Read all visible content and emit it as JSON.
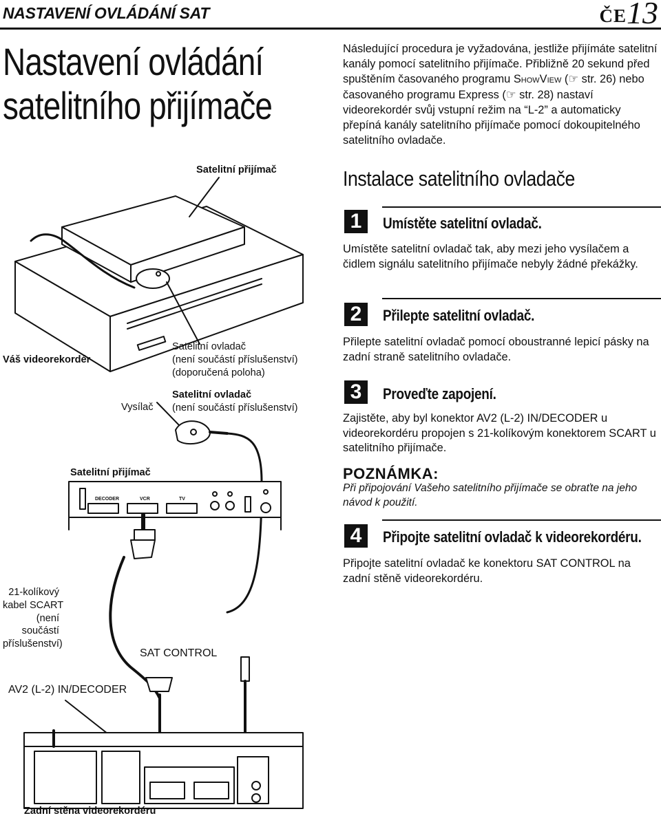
{
  "header": {
    "section_title": "NASTAVENÍ OVLÁDÁNÍ SAT",
    "language_code": "ČE",
    "page_number": "13"
  },
  "title": {
    "line1": "Nastavení ovládání",
    "line2": "satelitního přijímače"
  },
  "intro": {
    "part1": "Následující procedura je vyžadována, jestliže přijímáte satelitní kanály pomocí satelitního přijímače. Přibližně 20 sekund před spuštěním časovaného programu ",
    "brand": "ShowView",
    "part2": " (☞ str. 26) nebo časovaného programu Express (☞ str. 28) nastaví videorekordér svůj vstupní režim na “L-2” a automaticky přepíná kanály satelitního přijímače pomocí dokoupitelného satelitního ovladače."
  },
  "section_heading": "Instalace satelitního ovladače",
  "steps": [
    {
      "number": "1",
      "title": "Umístěte satelitní ovladač.",
      "body": "Umístěte satelitní ovladač tak, aby mezi jeho vysílačem a čidlem signálu satelitního přijímače nebyly žádné překážky."
    },
    {
      "number": "2",
      "title": "Přilepte satelitní ovladač.",
      "body": "Přilepte satelitní ovladač pomocí oboustranné lepicí pásky na zadní straně satelitního ovladače."
    },
    {
      "number": "3",
      "title": "Proveďte zapojení.",
      "body": "Zajistěte, aby byl konektor AV2 (L-2) IN/DECODER u videorekordéru propojen s 21-kolíkovým konektorem SCART u satelitního přijímače."
    },
    {
      "number": "4",
      "title": "Připojte satelitní ovladač k videorekordéru.",
      "body": "Připojte satelitní ovladač ke konektoru SAT CONTROL na zadní stěně videorekordéru."
    }
  ],
  "note": {
    "heading": "POZNÁMKA:",
    "body": "Při připojování Vašeho satelitního přijímače se obraťte na jeho návod k použití."
  },
  "diagram": {
    "sat_receiver_top": "Satelitní přijímač",
    "your_vcr": "Váš videorekordér",
    "controller_recommended": [
      "Satelitní ovladač",
      "(není součástí příslušenství)",
      "(doporučená poloha)"
    ],
    "controller_label": "Satelitní ovladač",
    "controller_note": "(není součástí příslušenství)",
    "transmitter": "Vysílač",
    "sat_receiver_rear": "Satelitní přijímač",
    "rear_panel_labels": [
      "DECODER",
      "VCR",
      "TV"
    ],
    "scart_cable": [
      "21-kolíkový",
      "kabel SCART",
      "(není",
      "součástí",
      "příslušenství)"
    ],
    "sat_control": "SAT CONTROL",
    "av2": "AV2 (L-2) IN/DECODER",
    "vcr_rear": "Zadní stěna videorekordéru"
  }
}
